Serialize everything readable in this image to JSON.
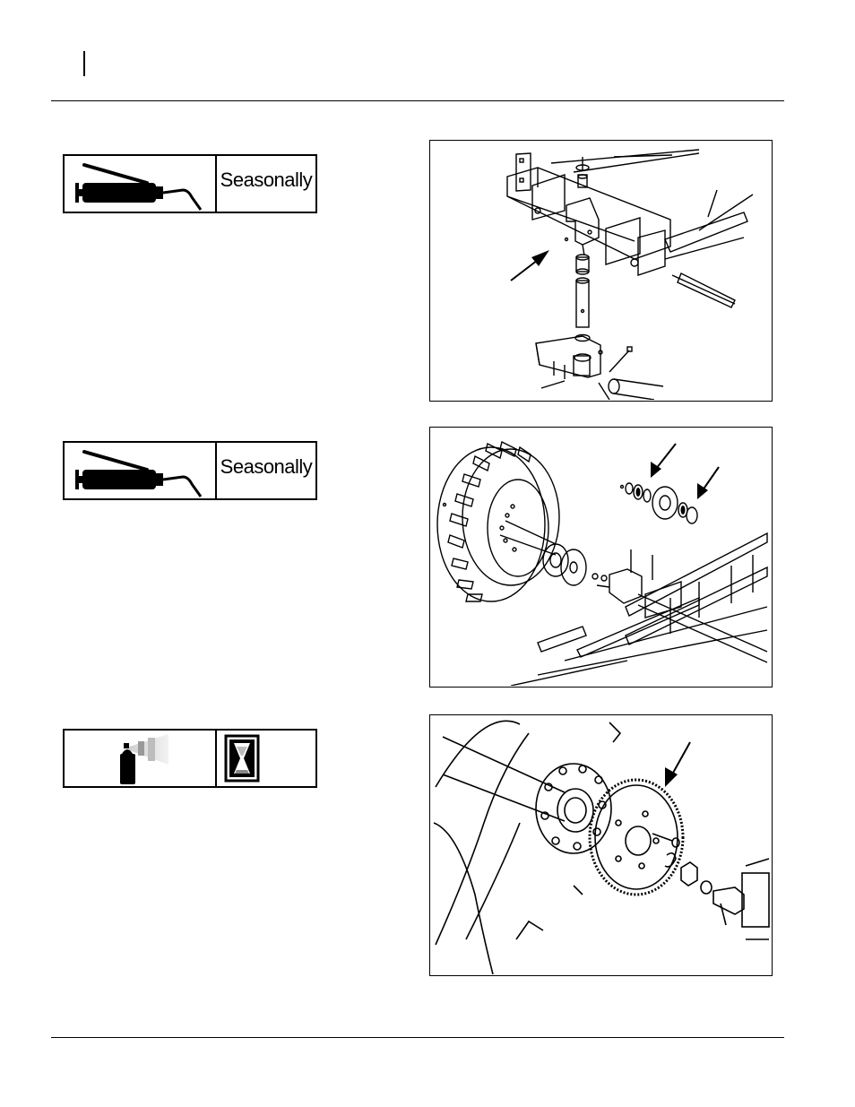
{
  "sections": [
    {
      "id": "pivot",
      "icon": "grease-gun-icon",
      "interval_label": "Seasonally"
    },
    {
      "id": "wheel-hub",
      "icon": "grease-gun-icon",
      "interval_label": "Seasonally"
    },
    {
      "id": "sprocket",
      "icon": "spray-can-icon",
      "interval_icon": "hourglass-icon",
      "interval_label": ""
    }
  ],
  "figures": [
    {
      "id": "pivot-pin-assembly",
      "subject": "frame pivot pin"
    },
    {
      "id": "wheel-hub-assembly",
      "subject": "wheel hub bearings"
    },
    {
      "id": "sprocket-hub-assembly",
      "subject": "drive sprocket"
    }
  ],
  "colors": {
    "ink": "#000000",
    "paper": "#ffffff",
    "spray-gray": "#b0b0b0"
  }
}
